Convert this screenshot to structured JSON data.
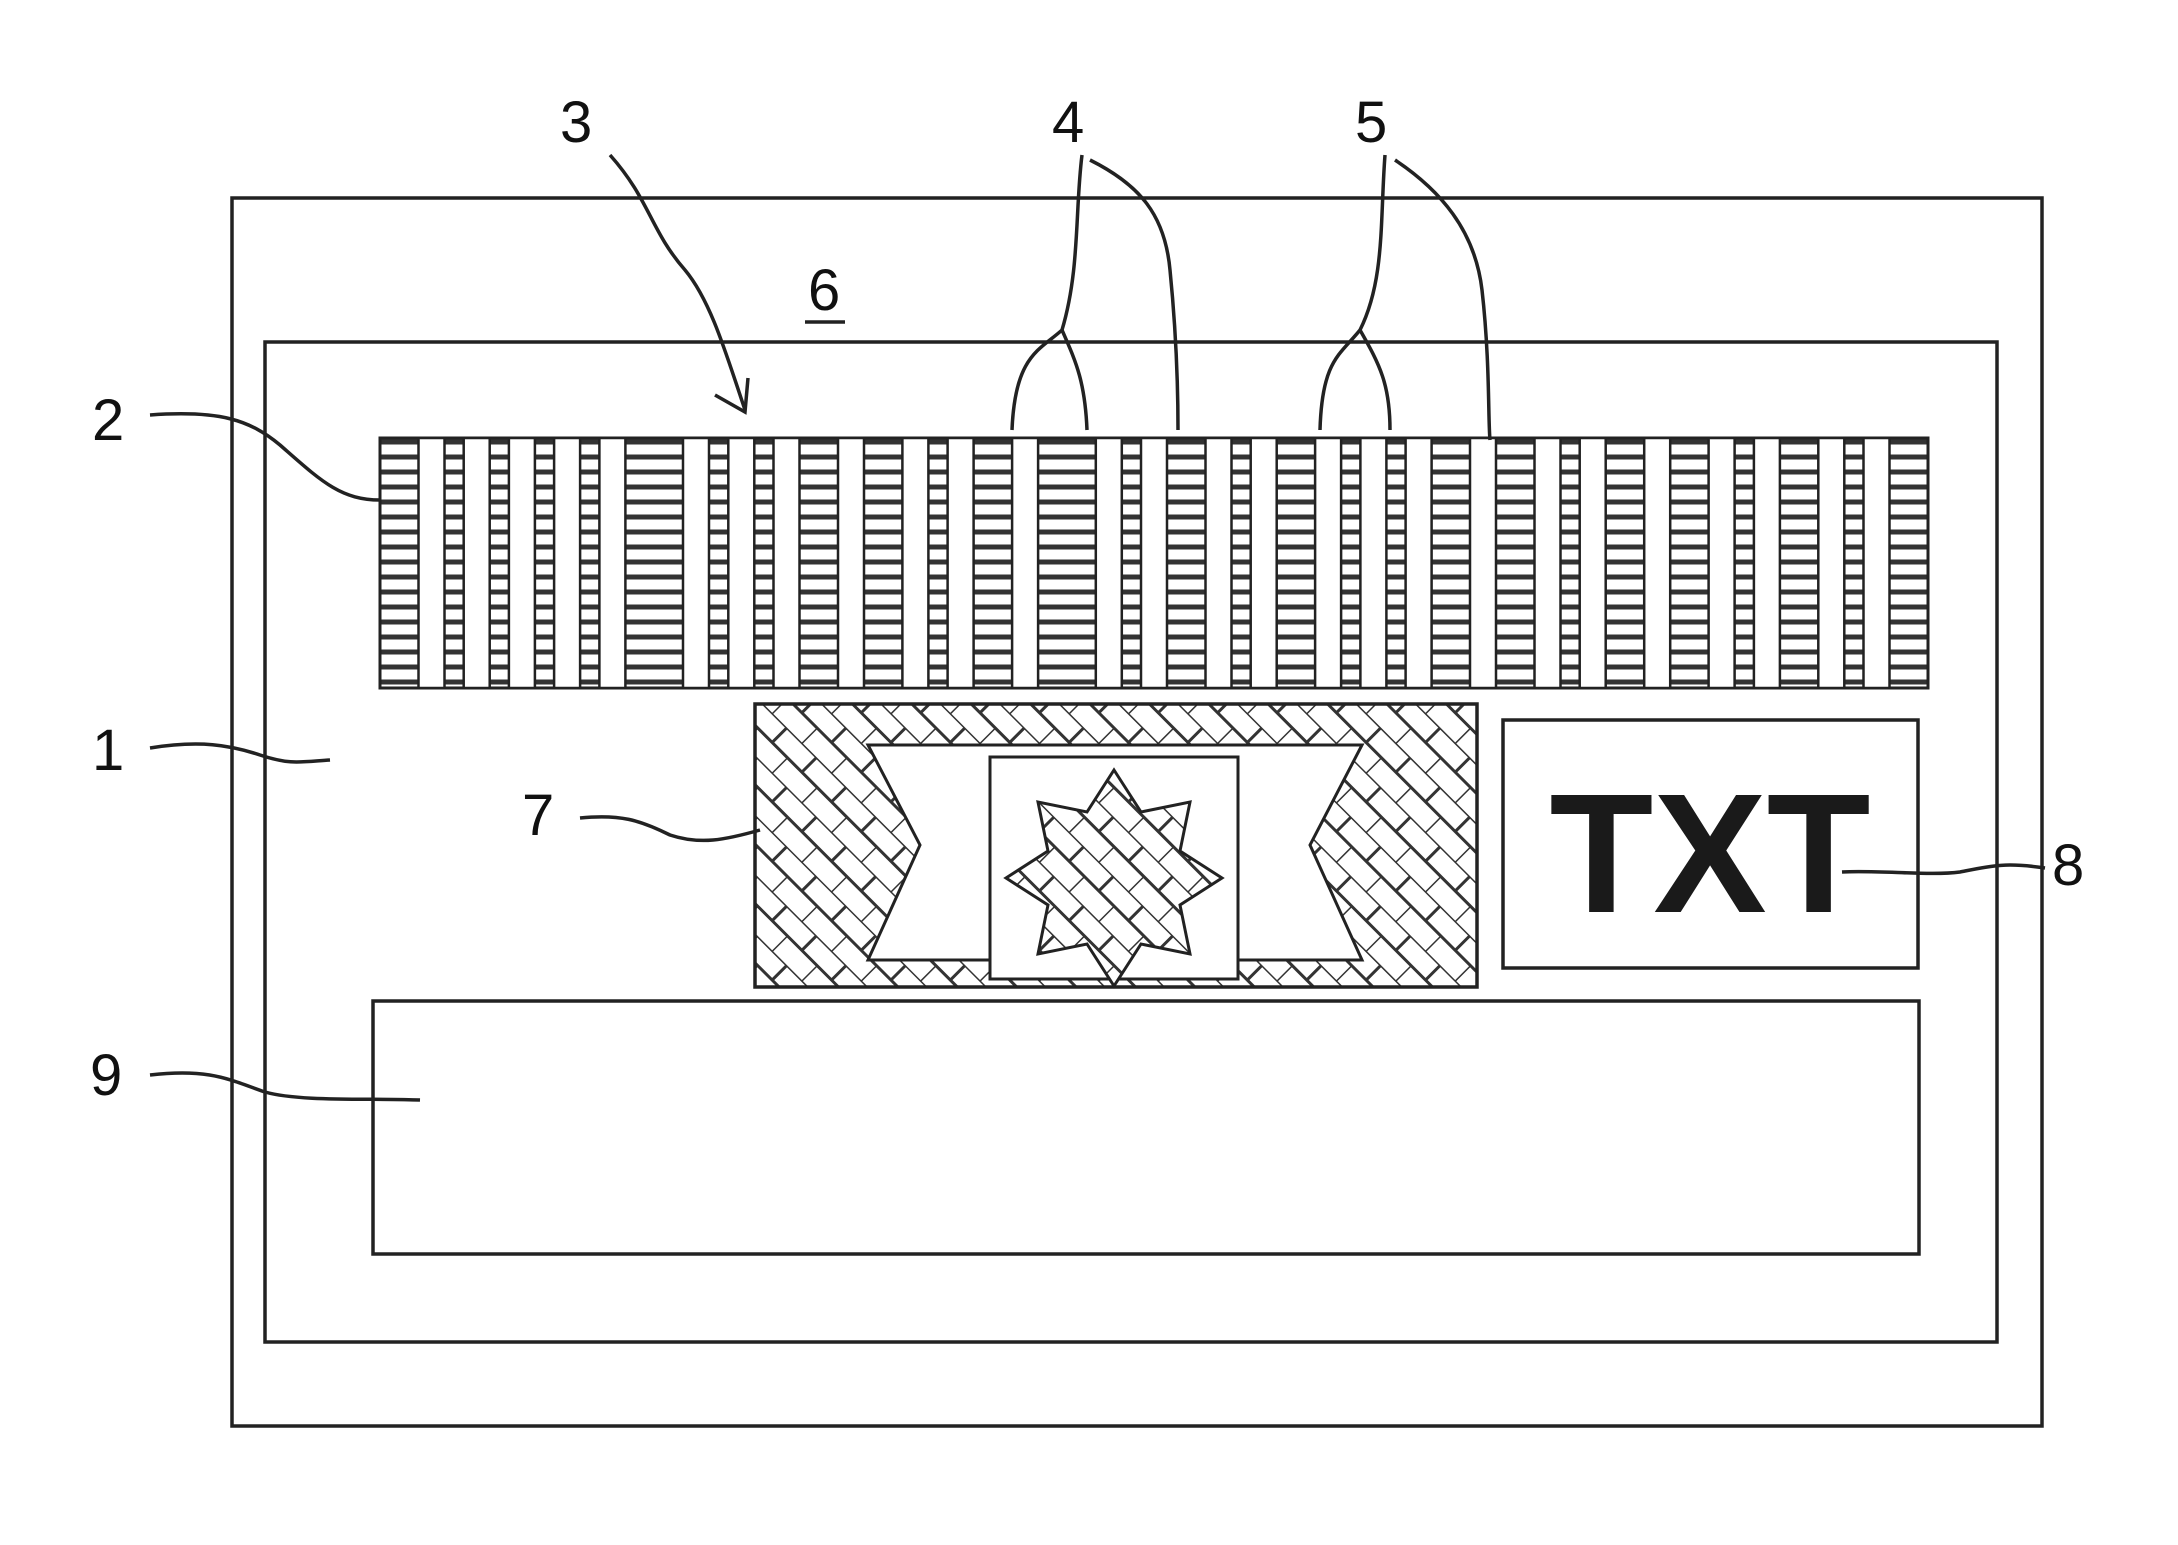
{
  "figure": {
    "labels": {
      "l1": "1",
      "l2": "2",
      "l3": "3",
      "l4": "4",
      "l5": "5",
      "l6": "6",
      "l7": "7",
      "l8": "8",
      "l9": "9"
    },
    "text_element": "TXT",
    "barcode_bars": [
      2,
      1,
      1,
      1,
      1,
      3,
      1,
      1,
      2,
      2,
      1,
      2,
      3,
      1,
      2,
      1,
      2,
      1,
      1,
      2,
      2,
      1,
      2,
      2,
      1,
      2,
      1,
      2
    ],
    "colors": {
      "ink": "#222222",
      "paper": "#ffffff"
    }
  }
}
